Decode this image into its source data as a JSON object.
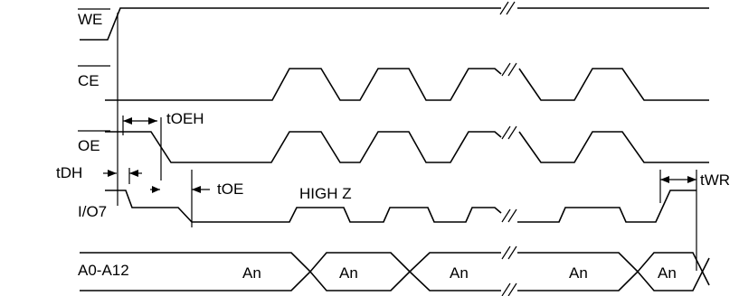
{
  "signals": {
    "we": "WE",
    "ce": "CE",
    "oe": "OE",
    "io7": "I/O7",
    "addr": "A0-A12"
  },
  "timings": {
    "toeh": "tOEH",
    "tdh": "tDH",
    "toe": "tOE",
    "twr": "tWR"
  },
  "high_z": "HIGH Z",
  "address_cells": [
    "An",
    "An",
    "An",
    "An",
    "An"
  ]
}
